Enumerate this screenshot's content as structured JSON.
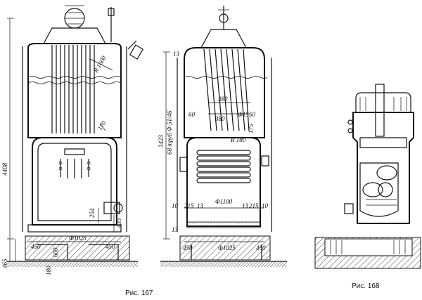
{
  "figure_167": {
    "caption": "Рис. 167",
    "left_view": {
      "height_total": "4408",
      "height_base": "465",
      "radius_top": "R 1600",
      "label_170": "170",
      "label_254": "254",
      "label_435": "435",
      "label_600": "600",
      "label_180": "180",
      "base_left": "450",
      "base_diam": "Φ1025",
      "base_right": "450"
    },
    "right_view": {
      "height_3423": "3423",
      "pipes_label": "68 труб Φ 51/46",
      "label_13_top": "13",
      "label_380_a": "380",
      "label_380_b": "380",
      "label_60": "60",
      "label_1550": "Φ1550",
      "label_r180": "R 180",
      "label_175": "175",
      "label_10_left": "10",
      "label_215_left": "215",
      "label_13_mid": "13",
      "label_1100": "Φ1100",
      "label_13_mid2": "13",
      "label_215_right": "215",
      "label_10_right": "10",
      "label_13_bottom": "13",
      "base_left": "450",
      "base_diam": "Φ1025",
      "base_right": "450"
    }
  },
  "figure_168": {
    "caption": "Рис. 168"
  }
}
